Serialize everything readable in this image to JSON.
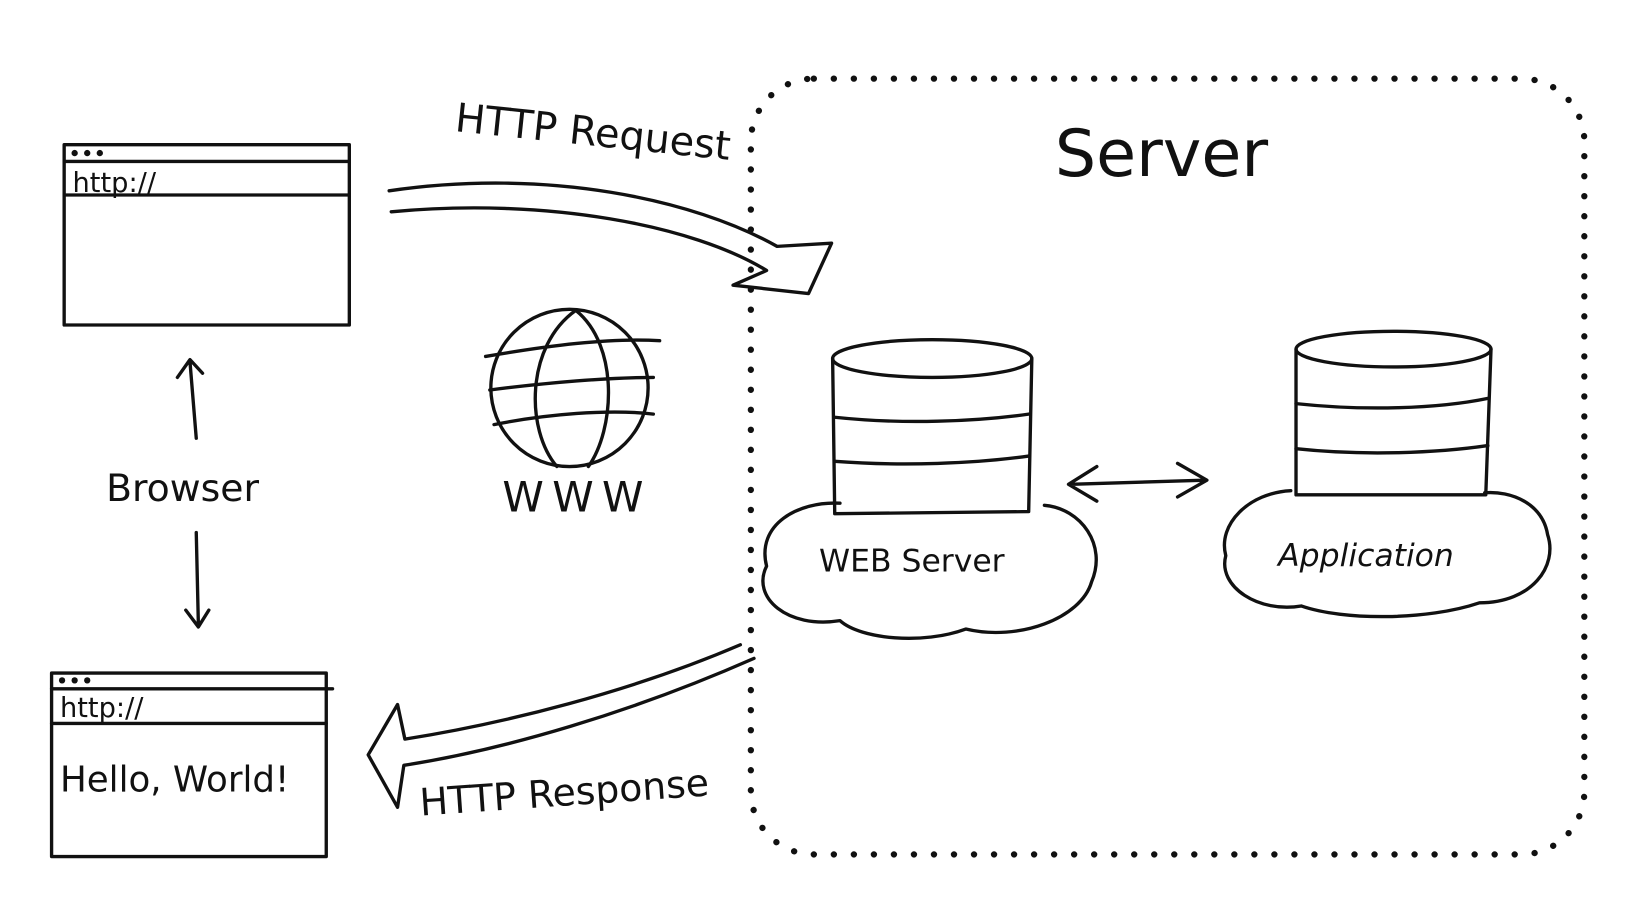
{
  "diagram": {
    "request_label": "HTTP Request",
    "response_label": "HTTP Response",
    "server_label": "Server",
    "browser_label": "Browser",
    "www_label": "WWW",
    "browser_top": {
      "url": "http://",
      "content": ""
    },
    "browser_bottom": {
      "url": "http://",
      "content": "Hello, World!"
    },
    "web_server_label": "WEB Server",
    "application_label": "Application"
  },
  "colors": {
    "ink": "#111111",
    "background": "#ffffff"
  }
}
